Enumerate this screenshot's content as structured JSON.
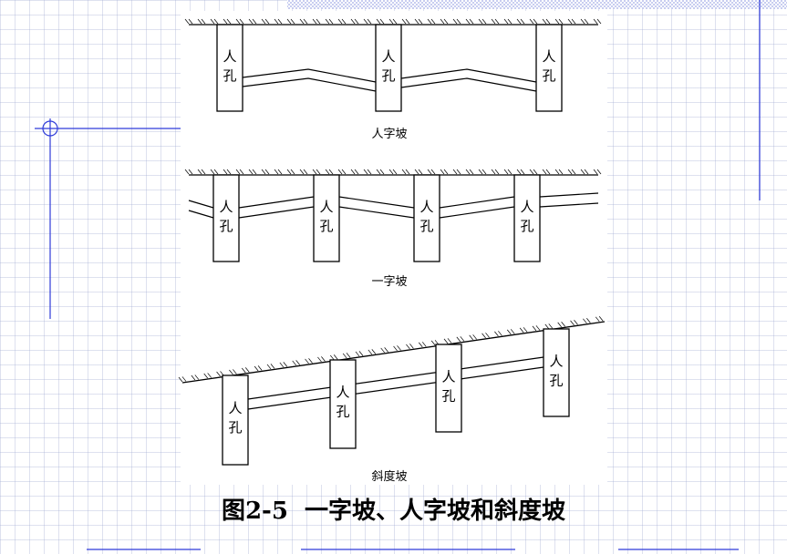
{
  "colors": {
    "accent": "#2e3bd9",
    "ink": "#000000",
    "grid": "#a0aad2"
  },
  "hole_label": [
    "人",
    "孔"
  ],
  "panels": [
    {
      "caption": "人字坡",
      "shape": "peaked",
      "holes": 3
    },
    {
      "caption": "一字坡",
      "shape": "flat",
      "holes": 4
    },
    {
      "caption": "斜度坡",
      "shape": "inclined",
      "holes": 4
    }
  ],
  "figure_number": "图2-5",
  "figure_title": "一字坡、人字坡和斜度坡"
}
